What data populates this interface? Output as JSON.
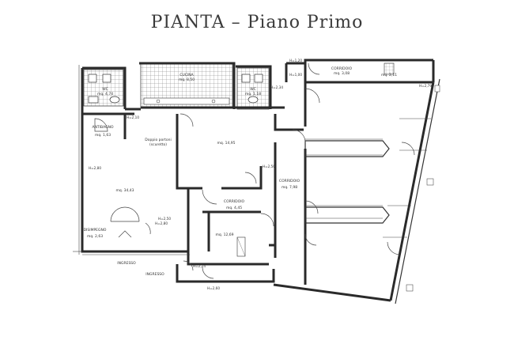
{
  "title": "PIANTA  –  Piano Primo",
  "rooms": {
    "wc_left": {
      "name": "WC",
      "area": "mq. 4,74"
    },
    "cucina": {
      "name": "CUCINA",
      "area": "mq. 8,50"
    },
    "wc_mid": {
      "name": "WC",
      "area": "mq. 1,18"
    },
    "antibagno": {
      "name": "ANTIBAGNO",
      "area": "mq. 1,63"
    },
    "disimpegno": {
      "name": "DISIMPEGNO",
      "area": "mq. 2,63"
    },
    "room_big": {
      "area": "mq. 34,43"
    },
    "room_center": {
      "area": "mq. 14,95"
    },
    "corridoio_small": {
      "name": "CORRIDOIO",
      "area": "mq. 4,45"
    },
    "room_lower": {
      "area": "mq. 12,69"
    },
    "corridoio_main": {
      "name": "CORRIDOIO",
      "area": "mq. 7,98"
    },
    "corridoio_top": {
      "name": "CORRIDOIO",
      "area": "mq. 3,08"
    },
    "room_topright": {
      "area": "mq. 2,11"
    }
  },
  "notes": {
    "doppio_portoni": "Doppio portoni",
    "scuretto": "(scuretto)",
    "ingresso_bottom": "INGRESSO",
    "ingresso_left": "INGRESSO",
    "h_280": "H=2,80",
    "h_210": "H=2,10",
    "h_250": "H=2,50",
    "h_224": "H=2,24",
    "h_260_bottom": "H=2,60",
    "h_120": "H=1,20",
    "h_100": "H=1,00",
    "h_234": "H=2,34",
    "h_279": "H=2,79",
    "h_250b": "H=2,50",
    "h_280b": "H=2,80"
  }
}
